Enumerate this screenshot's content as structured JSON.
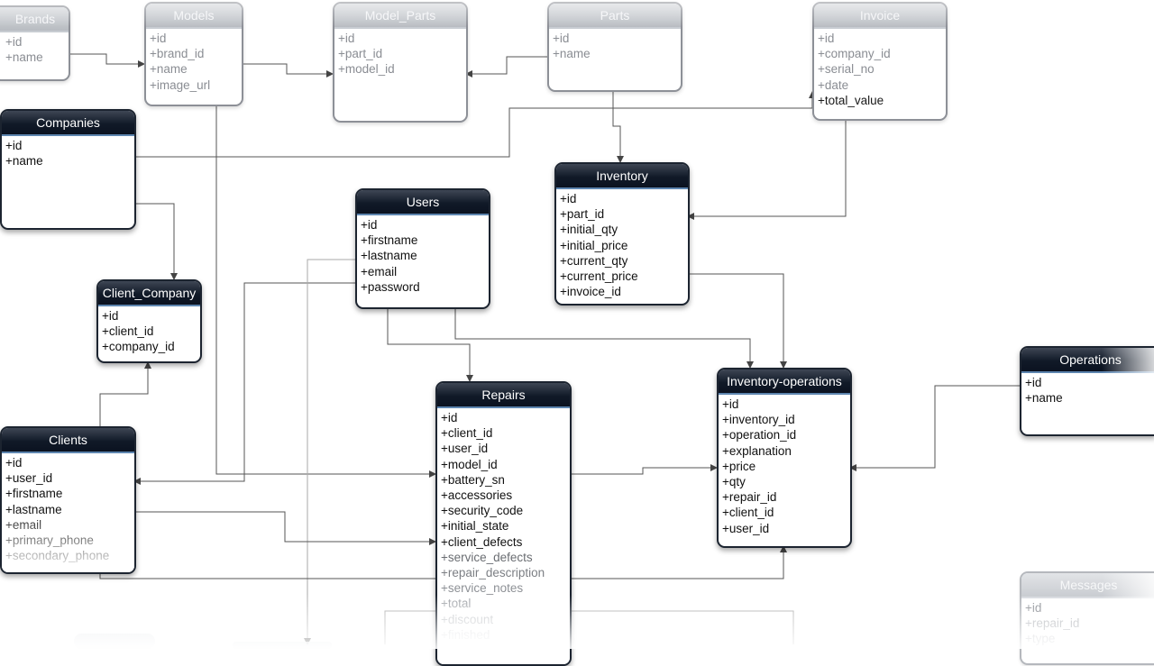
{
  "entities": {
    "brands": {
      "title": "Brands",
      "fields": [
        "+id",
        "+name"
      ]
    },
    "models": {
      "title": "Models",
      "fields": [
        "+id",
        "+brand_id",
        "+name",
        "+image_url"
      ]
    },
    "model_parts": {
      "title": "Model_Parts",
      "fields": [
        "+id",
        "+part_id",
        "+model_id"
      ]
    },
    "parts": {
      "title": "Parts",
      "fields": [
        "+id",
        "+name"
      ]
    },
    "invoice": {
      "title": "Invoice",
      "fields": [
        "+id",
        "+company_id",
        "+serial_no",
        "+date",
        "+total_value"
      ]
    },
    "companies": {
      "title": "Companies",
      "fields": [
        "+id",
        "+name"
      ]
    },
    "inventory": {
      "title": "Inventory",
      "fields": [
        "+id",
        "+part_id",
        "+initial_qty",
        "+initial_price",
        "+current_qty",
        "+current_price",
        "+invoice_id"
      ]
    },
    "users": {
      "title": "Users",
      "fields": [
        "+id",
        "+firstname",
        "+lastname",
        "+email",
        "+password"
      ]
    },
    "client_company": {
      "title": "Client_Company",
      "fields": [
        "+id",
        "+client_id",
        "+company_id"
      ]
    },
    "operations": {
      "title": "Operations",
      "fields": [
        "+id",
        "+name"
      ]
    },
    "inventory_operations": {
      "title": "Inventory-operations",
      "fields": [
        "+id",
        "+inventory_id",
        "+operation_id",
        "+explanation",
        "+price",
        "+qty",
        "+repair_id",
        "+client_id",
        "+user_id"
      ]
    },
    "clients": {
      "title": "Clients",
      "fields": [
        "+id",
        "+user_id",
        "+firstname",
        "+lastname",
        "+email",
        "+primary_phone",
        "+secondary_phone"
      ]
    },
    "repairs": {
      "title": "Repairs",
      "fields": [
        "+id",
        "+client_id",
        "+user_id",
        "+model_id",
        "+battery_sn",
        "+accessories",
        "+security_code",
        "+initial_state",
        "+client_defects",
        "+service_defects",
        "+repair_description",
        "+service_notes",
        "+total",
        "+discount",
        "+finished"
      ]
    },
    "messages": {
      "title": "Messages",
      "fields": [
        "+id",
        "+repair_id",
        "+type"
      ]
    }
  },
  "colors": {
    "header_dark": "#111a28",
    "header_border": "#5e86b0",
    "connector": "#444444",
    "box_border": "#1c2430"
  }
}
